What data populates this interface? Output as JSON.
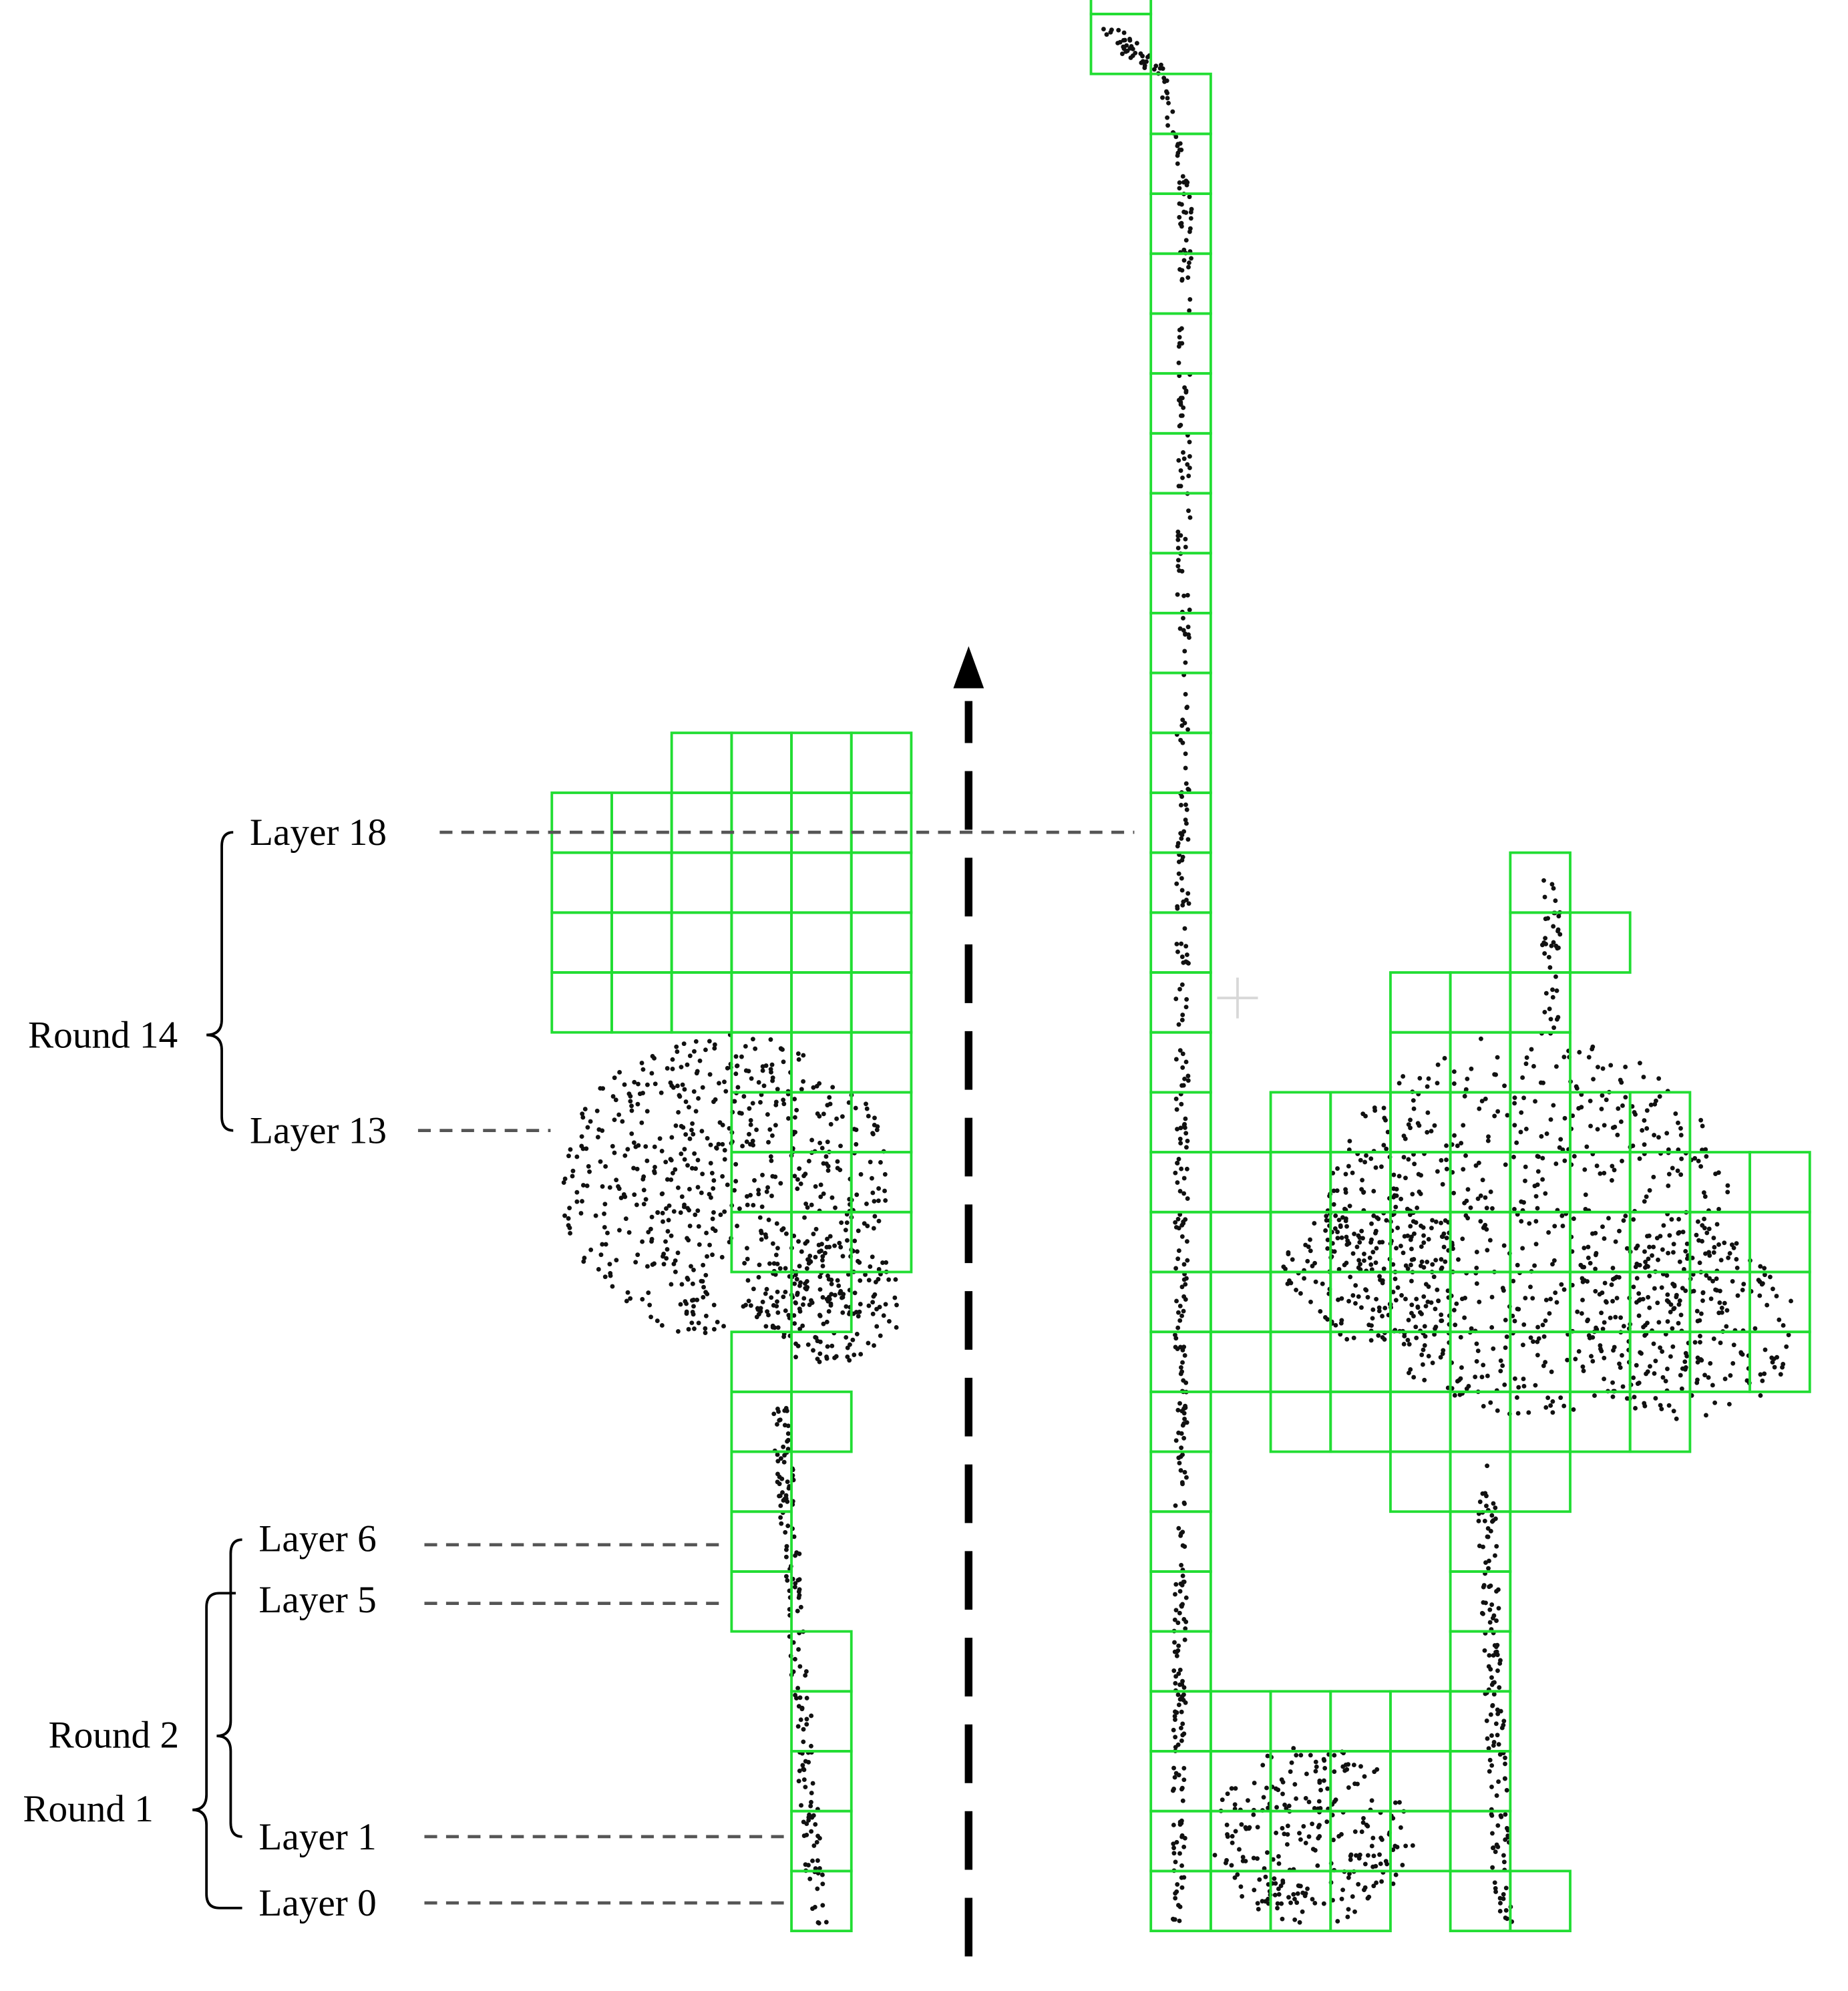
{
  "labels": {
    "layer_18": "Layer 18",
    "round_14": "Round 14",
    "layer_13": "Layer 13",
    "layer_6": "Layer 6",
    "layer_5": "Layer 5",
    "round_2": "Round 2",
    "round_1": "Round 1",
    "layer_1": "Layer 1",
    "layer_0": "Layer 0"
  },
  "colors": {
    "voxel_grid": "#22dd33",
    "cylinder": "#1a7fc4",
    "points": "#111111",
    "text": "#000000",
    "arrow": "#000000",
    "leader": "#555555"
  }
}
